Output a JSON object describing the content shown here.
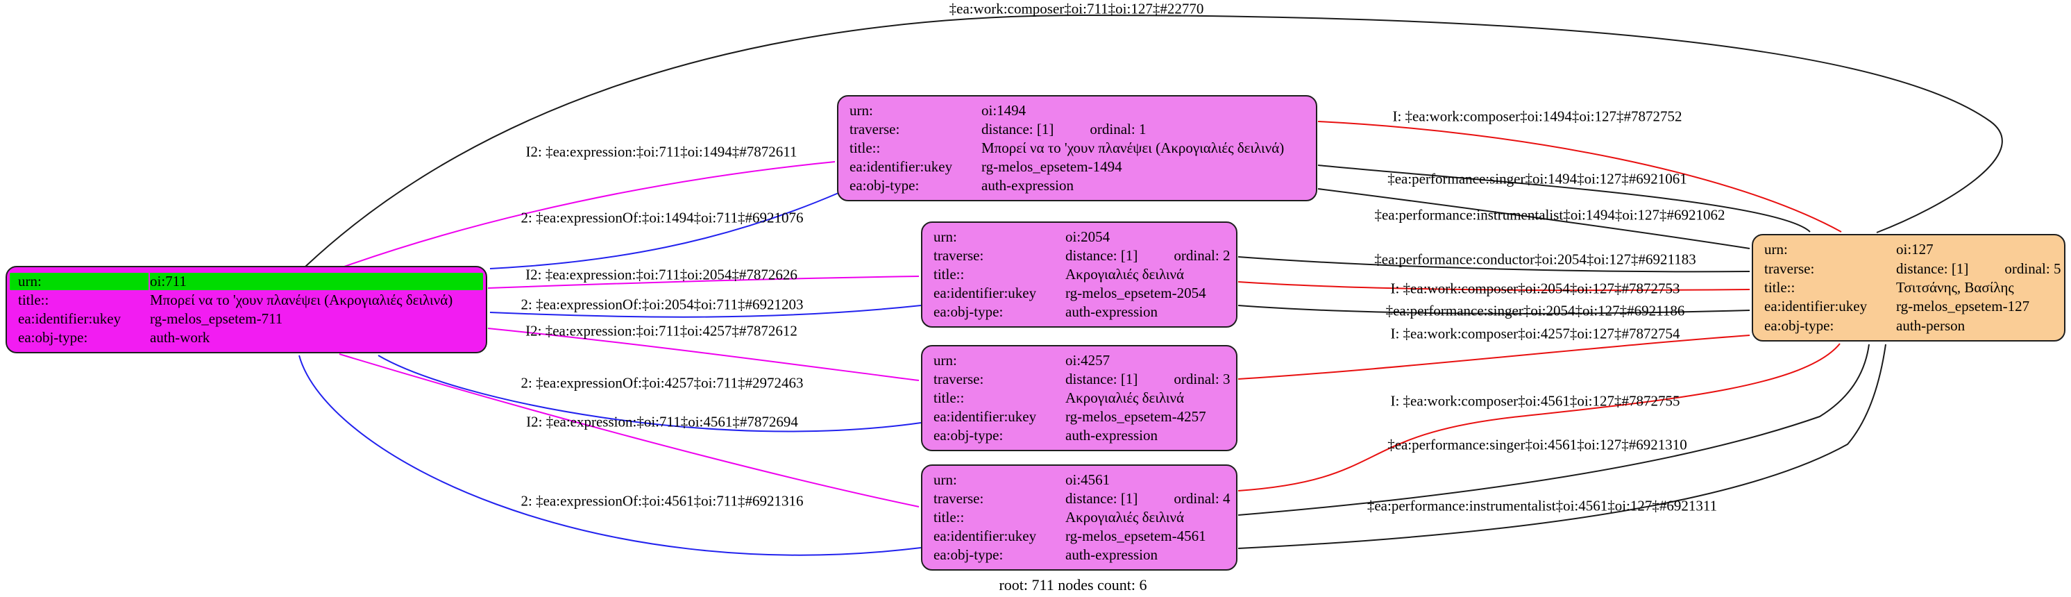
{
  "graph": {
    "caption": "root: 711 nodes count: 6"
  },
  "keys": {
    "urn": "urn:",
    "traverse": "traverse:",
    "title": "title::",
    "ukey": "ea:identifier:ukey",
    "objtype": "ea:obj-type:"
  },
  "colors": {
    "work_fill": "#f21cf2",
    "urn_highlight": "#00dc00",
    "expression_fill": "#ee82ee",
    "person_fill": "#facd96",
    "edge_expression": "#ee00ee",
    "edge_expression_of": "#2222ee",
    "edge_composer": "#e81010",
    "edge_other": "#1a1a1a"
  },
  "nodes": {
    "work711": {
      "urn": "oi:711",
      "title": "Μπορεί να το 'χουν πλανέψει (Ακρογιαλιές δειλινά)",
      "ukey": "rg-melos_epsetem-711",
      "objtype": "auth-work"
    },
    "expr1494": {
      "urn": "oi:1494",
      "distance": "distance: [1]",
      "ordinal": "ordinal: 1",
      "title": "Μπορεί να το 'χουν πλανέψει (Ακρογιαλιές δειλινά)",
      "ukey": "rg-melos_epsetem-1494",
      "objtype": "auth-expression"
    },
    "expr2054": {
      "urn": "oi:2054",
      "distance": "distance: [1]",
      "ordinal": "ordinal: 2",
      "title": "Ακρογιαλιές δειλινά",
      "ukey": "rg-melos_epsetem-2054",
      "objtype": "auth-expression"
    },
    "expr4257": {
      "urn": "oi:4257",
      "distance": "distance: [1]",
      "ordinal": "ordinal: 3",
      "title": "Ακρογιαλιές δειλινά",
      "ukey": "rg-melos_epsetem-4257",
      "objtype": "auth-expression"
    },
    "expr4561": {
      "urn": "oi:4561",
      "distance": "distance: [1]",
      "ordinal": "ordinal: 4",
      "title": "Ακρογιαλιές δειλινά",
      "ukey": "rg-melos_epsetem-4561",
      "objtype": "auth-expression"
    },
    "person127": {
      "urn": "oi:127",
      "distance": "distance: [1]",
      "ordinal": "ordinal: 5",
      "title": "Τσιτσάνης, Βασίλης",
      "ukey": "rg-melos_epsetem-127",
      "objtype": "auth-person"
    }
  },
  "edges": [
    {
      "id": "composer-711-127",
      "label": "‡ea:work:composer‡oi:711‡oi:127‡#22770"
    },
    {
      "id": "expression-711-1494",
      "label": "I2: ‡ea:expression:‡oi:711‡oi:1494‡#7872611"
    },
    {
      "id": "expressionOf-1494-711",
      "label": "2: ‡ea:expressionOf:‡oi:1494‡oi:711‡#6921076"
    },
    {
      "id": "expression-711-2054",
      "label": "I2: ‡ea:expression:‡oi:711‡oi:2054‡#7872626"
    },
    {
      "id": "expressionOf-2054-711",
      "label": "2: ‡ea:expressionOf:‡oi:2054‡oi:711‡#6921203"
    },
    {
      "id": "expression-711-4257",
      "label": "I2: ‡ea:expression:‡oi:711‡oi:4257‡#7872612"
    },
    {
      "id": "expressionOf-4257-711",
      "label": "2: ‡ea:expressionOf:‡oi:4257‡oi:711‡#2972463"
    },
    {
      "id": "expression-711-4561",
      "label": "I2: ‡ea:expression:‡oi:711‡oi:4561‡#7872694"
    },
    {
      "id": "expressionOf-4561-711",
      "label": "2: ‡ea:expressionOf:‡oi:4561‡oi:711‡#6921316"
    },
    {
      "id": "composer-1494-127",
      "label": "I: ‡ea:work:composer‡oi:1494‡oi:127‡#7872752"
    },
    {
      "id": "singer-1494-127",
      "label": "‡ea:performance:singer‡oi:1494‡oi:127‡#6921061"
    },
    {
      "id": "instrumentalist-1494-127",
      "label": "‡ea:performance:instrumentalist‡oi:1494‡oi:127‡#6921062"
    },
    {
      "id": "conductor-2054-127",
      "label": "‡ea:performance:conductor‡oi:2054‡oi:127‡#6921183"
    },
    {
      "id": "composer-2054-127",
      "label": "I: ‡ea:work:composer‡oi:2054‡oi:127‡#7872753"
    },
    {
      "id": "singer-2054-127",
      "label": "‡ea:performance:singer‡oi:2054‡oi:127‡#6921186"
    },
    {
      "id": "composer-4257-127",
      "label": "I: ‡ea:work:composer‡oi:4257‡oi:127‡#7872754"
    },
    {
      "id": "composer-4561-127",
      "label": "I: ‡ea:work:composer‡oi:4561‡oi:127‡#7872755"
    },
    {
      "id": "singer-4561-127",
      "label": "‡ea:performance:singer‡oi:4561‡oi:127‡#6921310"
    },
    {
      "id": "instrumentalist-4561-127",
      "label": "‡ea:performance:instrumentalist‡oi:4561‡oi:127‡#6921311"
    }
  ]
}
